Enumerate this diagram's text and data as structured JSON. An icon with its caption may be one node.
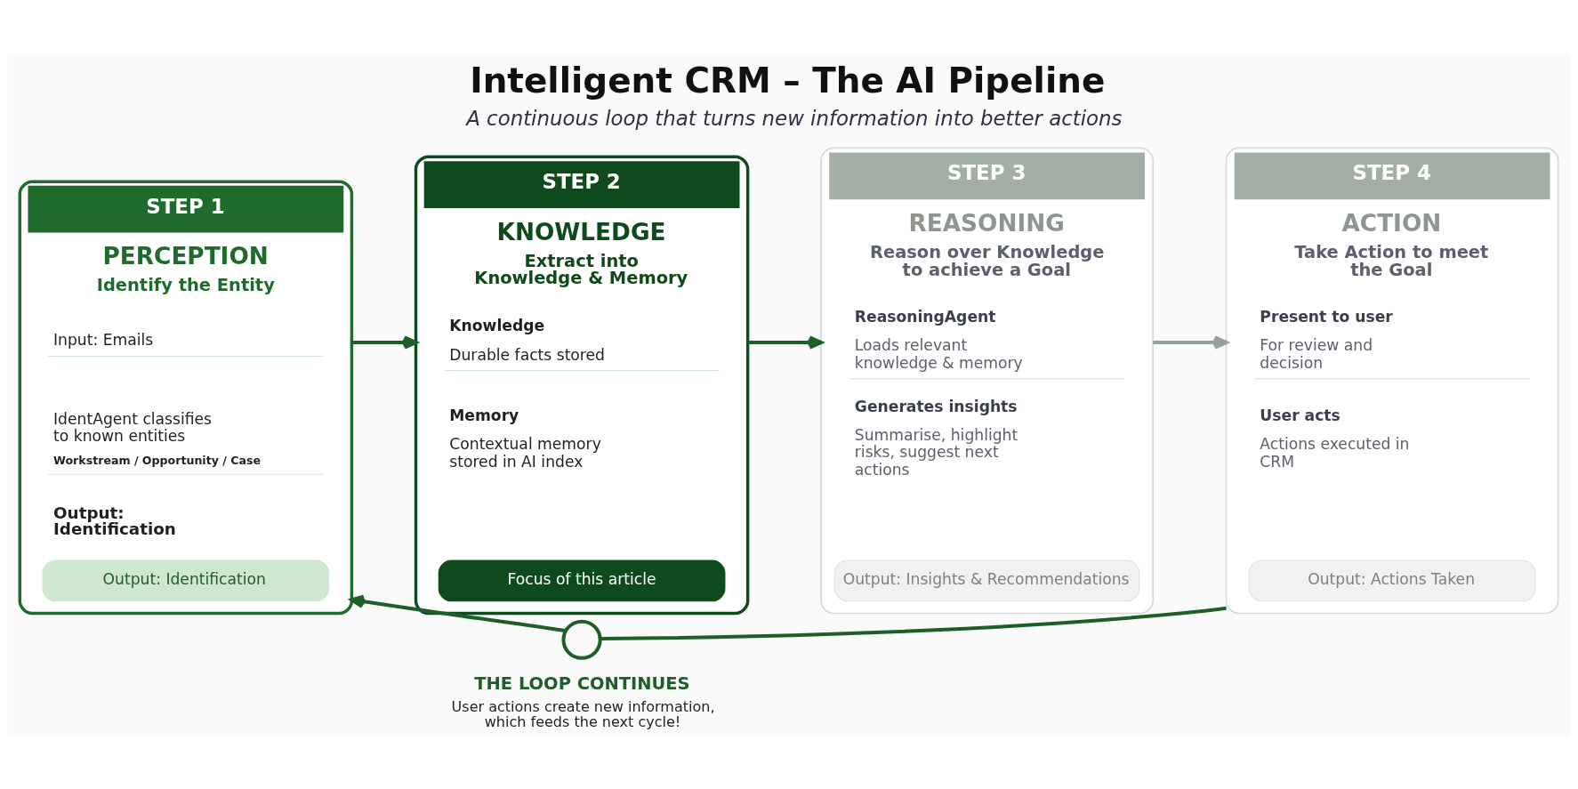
{
  "diagram": {
    "title": "Intelligent CRM – The AI Pipeline",
    "caption": "A continuous loop that turns new information into better actions",
    "nodes": [
      {
        "text": [
          "STEP 1",
          "PERCEPTION",
          "Identify the Entity"
        ]
      },
      {
        "text": [
          "Input: Emails"
        ],
        "in": 0
      },
      {
        "text": [
          "IdentAgent classifies to known entities",
          "Workstream / Opportunity / Case"
        ],
        "in": 0
      },
      {
        "text": [
          "Output: Identification"
        ],
        "in": 0
      },
      {
        "text": [
          "Output: Identification"
        ],
        "in": 0
      },
      {
        "text": [
          "STEP 2",
          "KNOWLEDGE",
          "Extract into Knowledge & Memory"
        ]
      },
      {
        "text": [
          "Knowledge",
          "Durable facts stored"
        ],
        "in": 5
      },
      {
        "text": [
          "Memory",
          "Contextual memory stored in AI index"
        ],
        "in": 5
      },
      {
        "text": [
          "Focus of this article"
        ],
        "in": 5
      },
      {
        "text": [
          "STEP 3",
          "REASONING",
          "Reason over Knowledge to achieve a Goal"
        ]
      },
      {
        "text": [
          "ReasoningAgent",
          "Loads relevant knowledge & memory"
        ],
        "in": 9
      },
      {
        "text": [
          "Generates insights",
          "Summarise, highlight risks, suggest next actions"
        ],
        "in": 9
      },
      {
        "text": [
          "Output: Insights & Recommendations"
        ],
        "in": 9
      },
      {
        "text": [
          "STEP 4",
          "ACTION",
          "Take Action to meet the Goal"
        ]
      },
      {
        "text": [
          "Present to user",
          "For review and decision"
        ],
        "in": 13
      },
      {
        "text": [
          "User acts",
          "Actions executed in CRM"
        ],
        "in": 13
      },
      {
        "text": [
          "Output: Actions Taken"
        ],
        "in": 13
      },
      {
        "text": [],
        "shape": "circle",
        "beside": [
          "THE LOOP CONTINUES",
          "User actions create new information, which feeds the next cycle!"
        ]
      }
    ],
    "edges": [
      {
        "from": 0,
        "to": 5,
        "arrow": "to"
      },
      {
        "from": 5,
        "to": 9,
        "arrow": "to"
      },
      {
        "from": 9,
        "to": 13,
        "arrow": "to",
        "color": "#94a197"
      },
      {
        "from": 13,
        "to": 17,
        "arrow": "none"
      },
      {
        "from": 17,
        "to": 0,
        "arrow": "to"
      }
    ]
  }
}
